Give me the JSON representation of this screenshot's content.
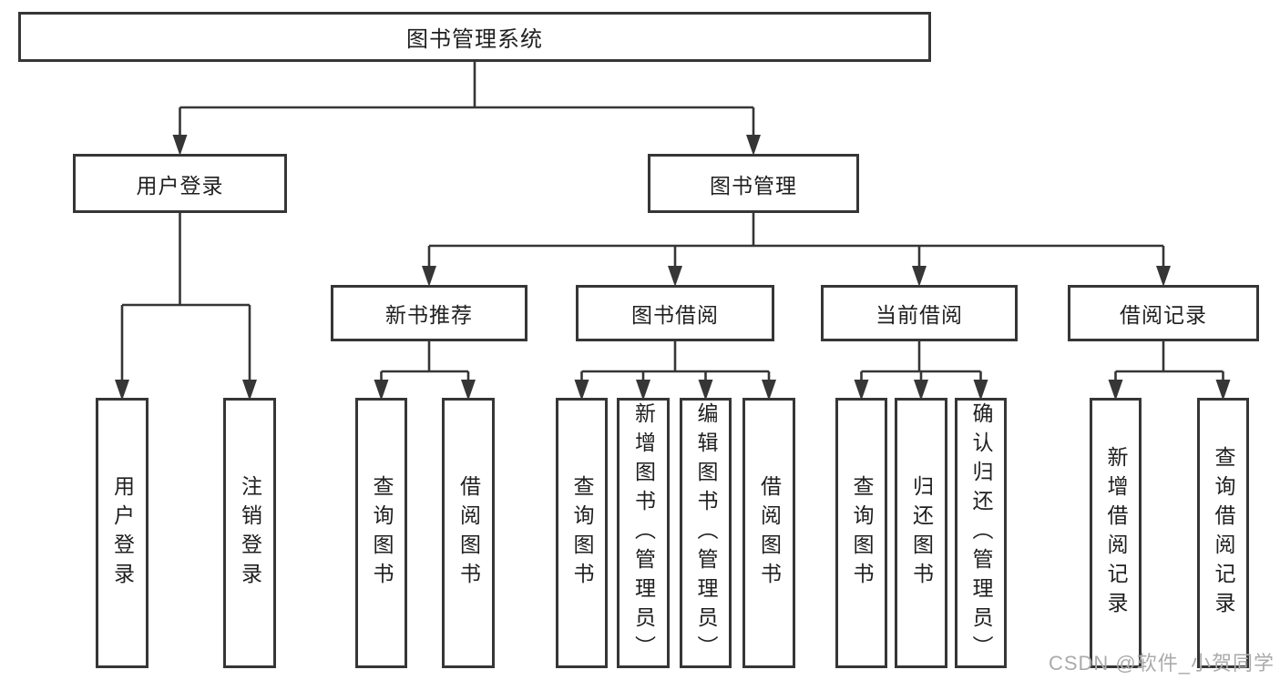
{
  "root": {
    "label": "图书管理系统"
  },
  "level2": [
    {
      "label": "用户登录"
    },
    {
      "label": "图书管理"
    }
  ],
  "level3": [
    {
      "label": "新书推荐"
    },
    {
      "label": "图书借阅"
    },
    {
      "label": "当前借阅"
    },
    {
      "label": "借阅记录"
    }
  ],
  "leaves": {
    "user_login": [
      {
        "label": "用户登录"
      },
      {
        "label": "注销登录"
      }
    ],
    "new_book": [
      {
        "label": "查询图书"
      },
      {
        "label": "借阅图书"
      }
    ],
    "book_borrow": [
      {
        "label": "查询图书"
      },
      {
        "label": "新增图书（管理员）"
      },
      {
        "label": "编辑图书（管理员）"
      },
      {
        "label": "借阅图书"
      }
    ],
    "current_borrow": [
      {
        "label": "查询图书"
      },
      {
        "label": "归还图书"
      },
      {
        "label": "确认归还（管理员）"
      }
    ],
    "borrow_records": [
      {
        "label": "新增借阅记录"
      },
      {
        "label": "查询借阅记录"
      }
    ]
  },
  "watermark": "CSDN @软件_小贺同学",
  "colors": {
    "line": "#363636",
    "border": "#363636",
    "text": "#1f1f1f",
    "watermark": "#ababab",
    "background": "#ffffff"
  }
}
